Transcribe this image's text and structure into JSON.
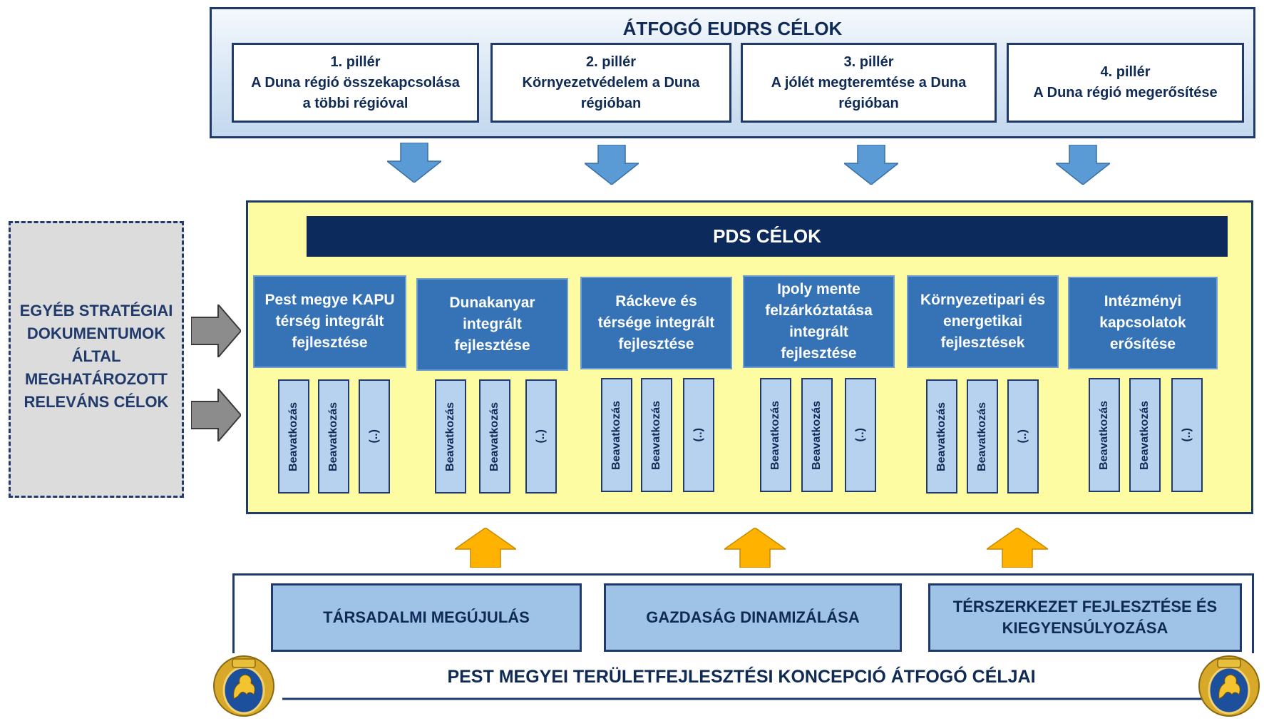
{
  "eudrs": {
    "title": "ÁTFOGÓ EUDRS CÉLOK",
    "pillars": [
      {
        "line1": "1. pillér",
        "line2": "A Duna régió összekapcsolása",
        "line3": "a többi régióval"
      },
      {
        "line1": "2. pillér",
        "line2": "Környezetvédelem a Duna",
        "line3": "régióban"
      },
      {
        "line1": "3. pillér",
        "line2": "A jólét megteremtése a Duna",
        "line3": "régióban"
      },
      {
        "line1": "4. pillér",
        "line2": "A Duna régió megerősítése",
        "line3": ""
      }
    ]
  },
  "pds": {
    "title": "PDS CÉLOK",
    "goals": [
      {
        "label": "Pest megye KAPU térség integrált fejlesztése",
        "bars": [
          "Beavatkozás",
          "Beavatkozás",
          "(..)"
        ]
      },
      {
        "label": "Dunakanyar integrált fejlesztése",
        "bars": [
          "Beavatkozás",
          "Beavatkozás",
          "(..)"
        ]
      },
      {
        "label": "Ráckeve és térsége integrált fejlesztése",
        "bars": [
          "Beavatkozás",
          "Beavatkozás",
          "(..)"
        ]
      },
      {
        "label": "Ipoly mente felzárkóztatása integrált fejlesztése",
        "bars": [
          "Beavatkozás",
          "Beavatkozás",
          "(..)"
        ]
      },
      {
        "label": "Környezetipari és energetikai fejlesztések",
        "bars": [
          "Beavatkozás",
          "Beavatkozás",
          "(..)"
        ]
      },
      {
        "label": "Intézményi kapcsolatok erősítése",
        "bars": [
          "Beavatkozás",
          "Beavatkozás",
          "(..)"
        ]
      }
    ]
  },
  "other": {
    "text": "EGYÉB STRATÉGIAI DOKUMENTUMOK ÁLTAL MEGHATÁROZOTT RELEVÁNS CÉLOK"
  },
  "bottom": {
    "boxes": [
      "TÁRSADALMI MEGÚJULÁS",
      "GAZDASÁG DINAMIZÁLÁSA",
      "TÉRSZERKEZET FEJLESZTÉSE ÉS KIEGYENSÚLYOZÁSA"
    ],
    "title": "PEST MEGYEI TERÜLETFEJLESZTÉSI KONCEPCIÓ ÁTFOGÓ CÉLJAI"
  },
  "colors": {
    "navy": "#0d2a5c",
    "goal_blue": "#3573b6",
    "bar_blue": "#b7d2ee",
    "panel_yellow": "#fdfca2",
    "arrow_blue": "#5b9bd5",
    "arrow_orange": "#ffb300",
    "arrow_gray": "#8c8c8c"
  },
  "icons": [
    "crest-icon-left",
    "crest-icon-right"
  ]
}
